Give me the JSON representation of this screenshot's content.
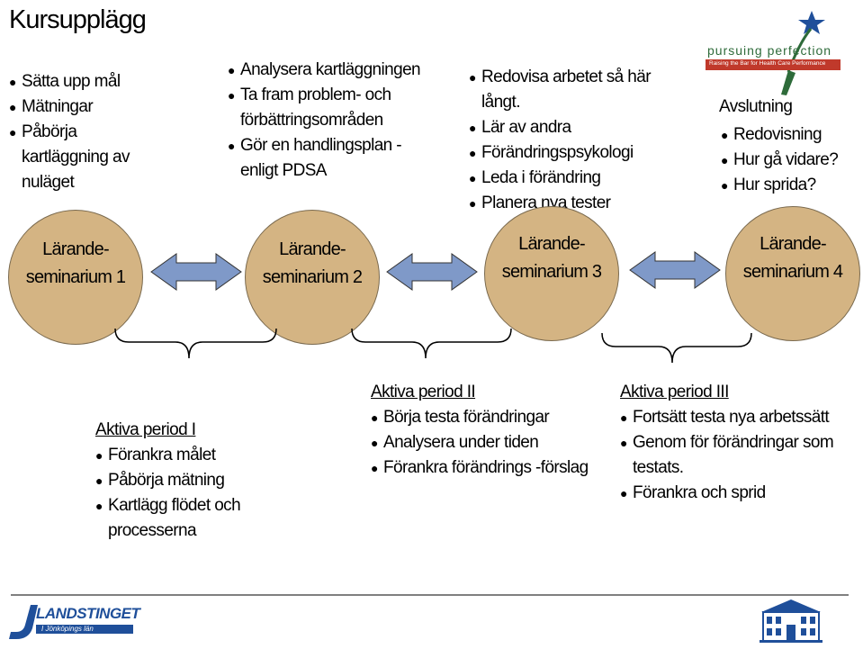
{
  "title": "Kursupplägg",
  "top_lists": [
    {
      "items": [
        "Sätta upp mål",
        "Mätningar",
        "Påbörja kartläggning av nuläget"
      ]
    },
    {
      "items": [
        "Analysera kartläggningen",
        "Ta fram problem- och förbättringsområden",
        "Gör en handlingsplan - enligt PDSA"
      ]
    },
    {
      "items": [
        "Redovisa arbetet så här långt.",
        "Lär av andra",
        "Förändringspsykologi",
        "Leda i förändring",
        "Planera nya tester"
      ]
    },
    {
      "heading": "Avslutning",
      "items": [
        "Redovisning",
        "Hur gå vidare?",
        "Hur sprida?"
      ]
    }
  ],
  "seminars": [
    {
      "line1": "Lärande-",
      "line2": "seminarium 1"
    },
    {
      "line1": "Lärande-",
      "line2": "seminarium 2"
    },
    {
      "line1": "Lärande-",
      "line2": "seminarium 3"
    },
    {
      "line1": "Lärande-",
      "line2": "seminarium 4"
    }
  ],
  "periods": [
    {
      "title": "Aktiva period I",
      "items": [
        "Förankra målet",
        "Påbörja mätning",
        "Kartlägg flödet och processerna"
      ]
    },
    {
      "title": "Aktiva period II",
      "items": [
        "Börja testa förändringar",
        "Analysera under tiden",
        "Förankra förändrings -förslag"
      ]
    },
    {
      "title": "Aktiva period III",
      "items": [
        "Fortsätt testa nya arbetssätt",
        "Genom för förändringar som testats.",
        "Förankra och sprid"
      ]
    }
  ],
  "logos": {
    "top_right_name": "pursuing perfection",
    "top_right_tagline": "Raising the Bar for Health Care Performance",
    "bottom_left_name": "LANDSTINGET",
    "bottom_left_sub": "I Jönköpings län"
  },
  "colors": {
    "circle": "#d4b483",
    "arrow": "#7f99c8",
    "logo_blue": "#1f4f9a",
    "logo_green": "#2e6b3a",
    "logo_red": "#c0392b"
  }
}
